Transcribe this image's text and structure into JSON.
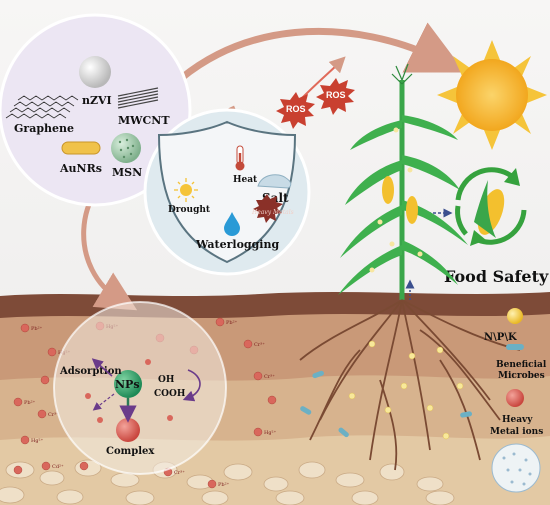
{
  "nanomaterials": {
    "nzvi": "nZVI",
    "mwcnt": "MWCNT",
    "graphene": "Graphene",
    "aunrs": "AuNRs",
    "msn": "MSN"
  },
  "ros": [
    "ROS",
    "ROS"
  ],
  "stress": {
    "heat": "Heat",
    "salt": "Salt",
    "drought": "Drought",
    "heavy_metals": "Heavy Metals",
    "waterlogging": "Waterlogging"
  },
  "food_safety": "Food Safety",
  "soil_process": {
    "nps": "NPs",
    "adsorption": "Adsorption",
    "oh": "OH",
    "cooh": "COOH",
    "complex": "Complex"
  },
  "legend": {
    "npk": "N\\P\\K",
    "microbes": "Beneficial Microbes",
    "heavy_metal_ions": "Heavy Metal ions"
  },
  "ion_labels": [
    "Pb²⁺",
    "Hg²⁺",
    "Cr³⁺",
    "Cd²⁺"
  ],
  "colors": {
    "sky": "#f2f1f0",
    "soil_top": "#7e4b38",
    "soil_mid": "#c99978",
    "soil_low": "#e3c9a4",
    "arrow": "#d49a86",
    "sun": "#f6c42a",
    "plant": "#3aa64a",
    "recycle": "#36a23e"
  },
  "icons": [
    "sun-icon",
    "recycle-icon",
    "corn-icon",
    "thermometer-icon",
    "water-drop-icon",
    "shield-icon"
  ]
}
